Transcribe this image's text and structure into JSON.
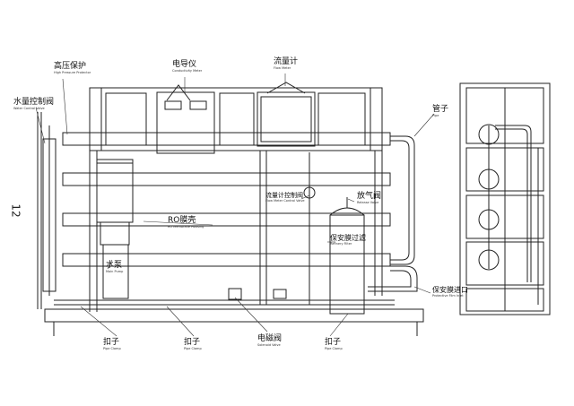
{
  "page_number": "12",
  "labels": {
    "high_pressure": {
      "cn": "高压保护",
      "en": "High Pressure Protector"
    },
    "conductivity": {
      "cn": "电导仪",
      "en": "Conductivity Meter"
    },
    "flow_meter": {
      "cn": "流量计",
      "en": "Flow Meter"
    },
    "water_valve": {
      "cn": "水量控制阀",
      "en": "Water Control Valve"
    },
    "pipe": {
      "cn": "管子",
      "en": "Pipe"
    },
    "ro_housing": {
      "cn": "RO膜壳",
      "en": "RO Membrane Housing"
    },
    "flow_control_valve": {
      "cn": "流量计控制阀",
      "en": "Flow Meter Control Valve"
    },
    "release_valve": {
      "cn": "放气阀",
      "en": "Release Valve"
    },
    "safety_filter": {
      "cn": "保安膜过滤",
      "en": "Refinery Filter"
    },
    "pump": {
      "cn": "水泵",
      "en": "Main Pump"
    },
    "protective_inlet": {
      "cn": "保安膜进口",
      "en": "Protective Film Inlet"
    },
    "clamp1": {
      "cn": "扣子",
      "en": "Pipe Clamp"
    },
    "clamp2": {
      "cn": "扣子",
      "en": "Pipe Clamp"
    },
    "solenoid": {
      "cn": "电磁阀",
      "en": "Solenoid Valve"
    },
    "clamp3": {
      "cn": "扣子",
      "en": "Pipe Clamp"
    }
  }
}
